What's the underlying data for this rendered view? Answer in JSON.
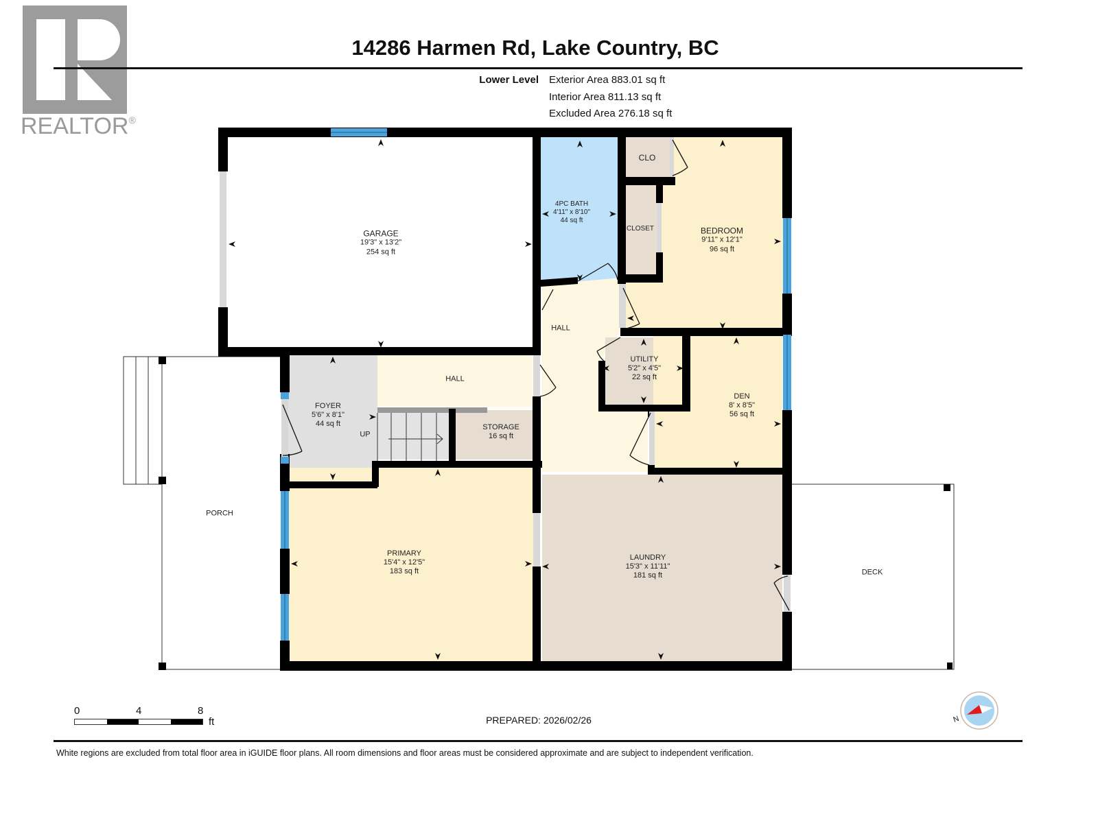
{
  "logo": {
    "icon": "realtor-r-logo",
    "text": "REALTOR",
    "registered": "®"
  },
  "header": {
    "title": "14286 Harmen Rd, Lake Country, BC",
    "level": "Lower Level",
    "areas": [
      "Exterior Area 883.01 sq ft",
      "Interior Area 811.13 sq ft",
      "Excluded Area 276.18 sq ft"
    ]
  },
  "colors": {
    "wall": "#000000",
    "window": "#4aa3dc",
    "door_opening": "#d8d8d8",
    "bath": "#bfe2fb",
    "bedroom": "#fdf0cc",
    "hall": "#fdf6e0",
    "closet": "#e6ddd0",
    "foyer": "#e0e0e0",
    "excluded": "#ffffff",
    "compass_red": "#e01b1b",
    "compass_blue": "#a9d4f2"
  },
  "rooms": [
    {
      "id": "garage",
      "name": "GARAGE",
      "dims": "19'3\" x 13'2\"",
      "area": "254 sq ft"
    },
    {
      "id": "bath",
      "name": "4PC BATH",
      "dims": "4'11\" x 8'10\"",
      "area": "44 sq ft"
    },
    {
      "id": "clo",
      "name": "CLO",
      "dims": "",
      "area": ""
    },
    {
      "id": "closet",
      "name": "CLOSET",
      "dims": "",
      "area": ""
    },
    {
      "id": "bedroom",
      "name": "BEDROOM",
      "dims": "9'11\" x 12'1\"",
      "area": "96 sq ft"
    },
    {
      "id": "hall_right",
      "name": "HALL",
      "dims": "",
      "area": ""
    },
    {
      "id": "utility",
      "name": "UTILITY",
      "dims": "5'2\" x 4'5\"",
      "area": "22 sq ft"
    },
    {
      "id": "den",
      "name": "DEN",
      "dims": "8' x 8'5\"",
      "area": "56 sq ft"
    },
    {
      "id": "foyer",
      "name": "FOYER",
      "dims": "5'6\" x 8'1\"",
      "area": "44 sq ft"
    },
    {
      "id": "hall_left",
      "name": "HALL",
      "dims": "",
      "area": ""
    },
    {
      "id": "storage",
      "name": "STORAGE",
      "dims": "",
      "area": "16 sq ft"
    },
    {
      "id": "stairs",
      "name": "UP",
      "dims": "",
      "area": ""
    },
    {
      "id": "porch",
      "name": "PORCH",
      "dims": "",
      "area": ""
    },
    {
      "id": "primary",
      "name": "PRIMARY",
      "dims": "15'4\" x 12'5\"",
      "area": "183 sq ft"
    },
    {
      "id": "laundry",
      "name": "LAUNDRY",
      "dims": "15'3\" x 11'11\"",
      "area": "181 sq ft"
    },
    {
      "id": "deck",
      "name": "DECK",
      "dims": "",
      "area": ""
    }
  ],
  "scale": {
    "ticks": [
      "0",
      "4",
      "8"
    ],
    "unit": "ft"
  },
  "prepared": "PREPARED: 2026/02/26",
  "compass": {
    "icon": "north-compass-icon",
    "label": "N"
  },
  "disclaimer": "White regions are excluded from total floor area in iGUIDE floor plans. All room dimensions and floor areas must be considered approximate and are subject to independent verification."
}
